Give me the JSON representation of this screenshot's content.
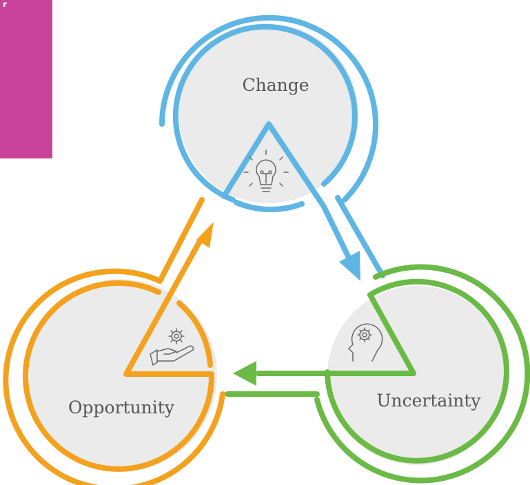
{
  "diagram": {
    "corner_panel": {
      "text": "r",
      "color": "#c8429a"
    },
    "nodes": [
      {
        "key": "change",
        "label": "Change",
        "color": "#5fb6e4",
        "icon": "lightbulb-icon"
      },
      {
        "key": "uncertainty",
        "label": "Uncertainty",
        "color": "#6aba45",
        "icon": "head-gear-icon"
      },
      {
        "key": "opportunity",
        "label": "Opportunity",
        "color": "#f4a11d",
        "icon": "hand-gear-icon"
      }
    ],
    "circle_fill": "#ebebeb",
    "icon_stroke": "#666666"
  }
}
